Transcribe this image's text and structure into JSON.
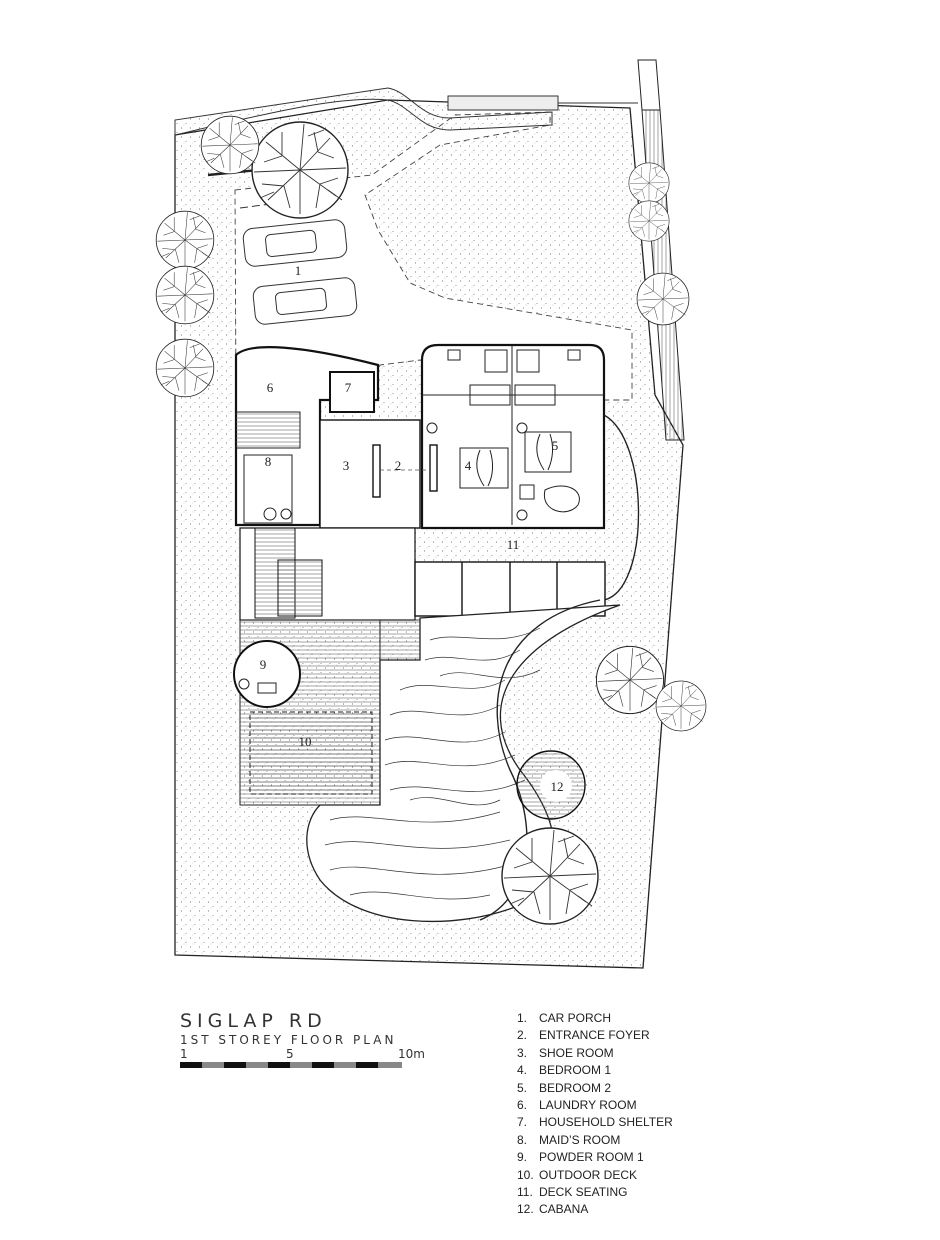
{
  "title": "SIGLAP RD",
  "subtitle": "1ST STOREY FLOOR PLAN",
  "scale": {
    "start": "1",
    "mid": "5",
    "end": "10m"
  },
  "rooms": [
    {
      "num": "1",
      "name": "CAR PORCH"
    },
    {
      "num": "2",
      "name": "ENTRANCE FOYER"
    },
    {
      "num": "3",
      "name": "SHOE ROOM"
    },
    {
      "num": "4",
      "name": "BEDROOM 1"
    },
    {
      "num": "5",
      "name": "BEDROOM 2"
    },
    {
      "num": "6",
      "name": "LAUNDRY ROOM"
    },
    {
      "num": "7",
      "name": "HOUSEHOLD SHELTER"
    },
    {
      "num": "8",
      "name": "MAID’S ROOM"
    },
    {
      "num": "9",
      "name": "POWDER ROOM 1"
    },
    {
      "num": "10",
      "name": "OUTDOOR DECK"
    },
    {
      "num": "11",
      "name": "DECK SEATING"
    },
    {
      "num": "12",
      "name": "CABANA"
    }
  ]
}
